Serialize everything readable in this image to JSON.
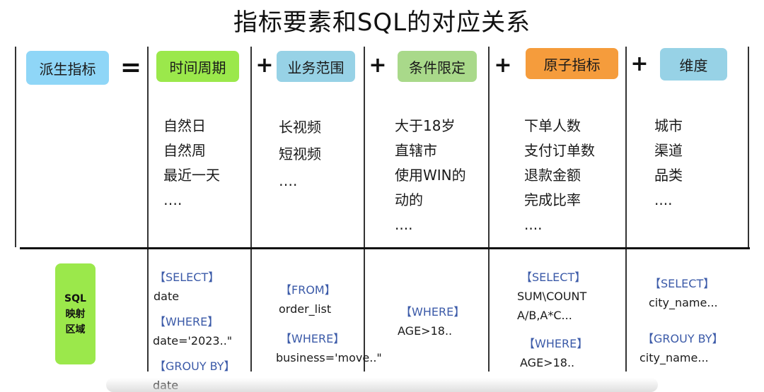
{
  "title": "指标要素和SQL的对应关系",
  "operators": {
    "equals": "=",
    "plus": "+"
  },
  "header_pills": [
    {
      "label": "派生指标",
      "color": "#8fd6f7"
    },
    {
      "label": "时间周期",
      "color": "#9be84b"
    },
    {
      "label": "业务范围",
      "color": "#97d2e6"
    },
    {
      "label": "条件限定",
      "color": "#a9d98a"
    },
    {
      "label": "原子指标",
      "color": "#f59c3c"
    },
    {
      "label": "维度",
      "color": "#97d2e6"
    }
  ],
  "columns": [
    {
      "items": [
        "自然日",
        "自然周",
        "最近一天",
        "…."
      ]
    },
    {
      "items": [
        "长视频",
        "短视频",
        "…."
      ]
    },
    {
      "items": [
        "大于18岁",
        "直辖市",
        "使用WIN的",
        "动的",
        "...."
      ]
    },
    {
      "items": [
        "下单人数",
        "支付订单数",
        "退款金额",
        "完成比率",
        "...."
      ]
    },
    {
      "items": [
        "城市",
        "渠道",
        "品类",
        "...."
      ]
    }
  ],
  "sql_badge": [
    "SQL",
    "映射",
    "区域"
  ],
  "sql_blocks": [
    [
      "【SELECT】",
      "date",
      "【WHERE】",
      "date='2023..\"",
      "【GROUY BY】",
      "date"
    ],
    [
      "【FROM】",
      "order_list",
      "【WHERE】",
      "business='move..\""
    ],
    [
      "【WHERE】",
      "AGE>18.."
    ],
    [
      "【SELECT】",
      "SUM\\COUNT",
      "A/B,A*C...",
      "【WHERE】",
      "AGE>18.."
    ],
    [
      "【SELECT】",
      "city_name...",
      "【GROUY BY】",
      "city_name..."
    ]
  ]
}
